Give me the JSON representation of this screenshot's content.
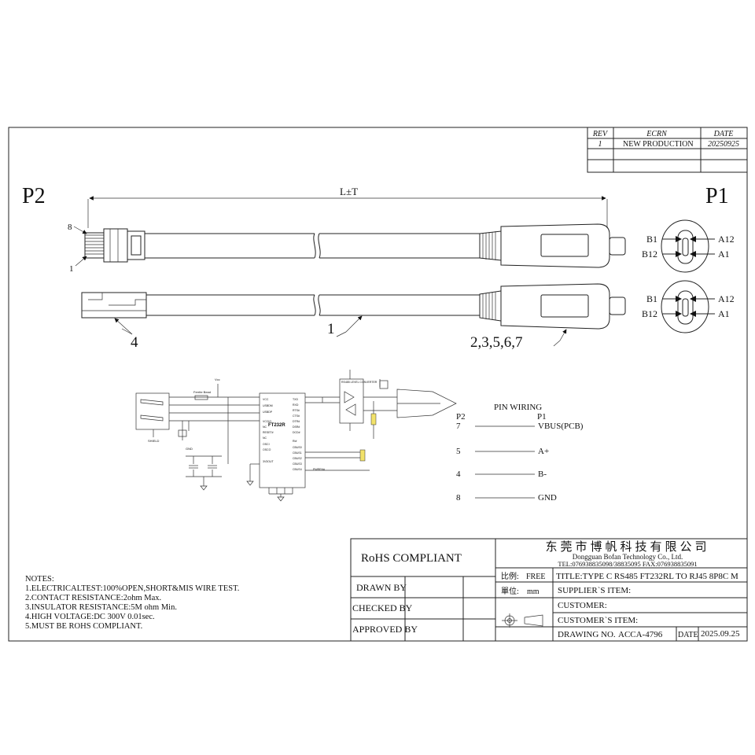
{
  "rev_table": {
    "headers": [
      "REV",
      "ECRN",
      "DATE"
    ],
    "row": {
      "rev": "1",
      "ecrn": "NEW PRODUCTION",
      "date": "20250925"
    }
  },
  "drawing": {
    "p2_label": "P2",
    "p1_label": "P1",
    "length_label": "L±T",
    "pin8": "8",
    "pin1": "1",
    "callout_4": "4",
    "callout_1": "1",
    "callout_parts": "2,3,5,6,7",
    "typec_pins_top": {
      "b1": "B1",
      "a12": "A12",
      "b12": "B12",
      "a1": "A1"
    },
    "typec_pins_bottom": {
      "b1": "B1",
      "a12": "A12",
      "b12": "B12",
      "a1": "A1"
    }
  },
  "schematic": {
    "chip_label": "FT232R",
    "converter_label": "RS485 LEVEL CONVERTER",
    "ferrite_label": "Ferrite Bead",
    "shield_label": "SHIELD",
    "gnd_label": "GND",
    "vcc_label": "Vcc",
    "left_pins": [
      "VCC",
      "USBDM",
      "USBDP",
      "VCCIO",
      "NC",
      "RESET#",
      "NC",
      "OSCI",
      "OSCO",
      "3V3OUT"
    ],
    "right_pins": [
      "TXD",
      "RXD",
      "RTS#",
      "CTS#",
      "DTR#",
      "DSR#",
      "DCD#",
      "RI#",
      "CBUS0",
      "CBUS1",
      "CBUS2",
      "CBUS3",
      "CBUS4",
      "PWREN#"
    ]
  },
  "pin_wiring": {
    "title": "PIN WIRING",
    "col_p2": "P2",
    "col_p1": "P1",
    "rows": [
      {
        "p2": "7",
        "p1": "VBUS(PCB)"
      },
      {
        "p2": "5",
        "p1": "A+"
      },
      {
        "p2": "4",
        "p1": "B-"
      },
      {
        "p2": "8",
        "p1": "GND"
      }
    ]
  },
  "notes": {
    "title": "NOTES:",
    "lines": [
      "1.ELECTRICALTEST:100%OPEN,SHORT&MIS WIRE TEST.",
      "2.CONTACT RESISTANCE:2ohm Max.",
      "3.INSULATOR RESISTANCE:5M ohm Min.",
      "4.HIGH VOLTAGE:DC 300V 0.01sec.",
      "5.MUST BE ROHS COMPLIANT."
    ]
  },
  "title_block": {
    "rohs": "RoHS COMPLIANT",
    "drawn_by": "DRAWN BY",
    "checked_by": "CHECKED BY",
    "approved_by": "APPROVED BY",
    "company_cn": "东莞市博帆科技有限公司",
    "company_en": "Dongguan Bofan Technology Co., Ltd.",
    "company_tel": "TEL:076938835098/38835095  FAX:076938835091",
    "scale_label": "比例:",
    "scale_value": "FREE",
    "unit_label": "單位:",
    "unit_value": "mm",
    "title": "TITLE:TYPE C RS485 FT232RL TO RJ45 8P8C M",
    "supplier": "SUPPLIER`S ITEM:",
    "customer": "CUSTOMER:",
    "customer_item": "CUSTOMER`S ITEM:",
    "drawing_no_label": "DRAWING NO.",
    "drawing_no": "ACCA-4796",
    "date_label": "DATE",
    "date": "2025.09.25"
  }
}
